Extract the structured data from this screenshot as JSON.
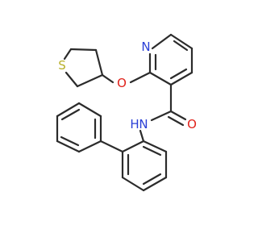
{
  "molecule": {
    "atoms": {
      "sulfur": {
        "label": "S",
        "color": "#b8b02a"
      },
      "ether_oxygen": {
        "label": "O",
        "color": "#e0211a"
      },
      "carbonyl_oxygen": {
        "label": "O",
        "color": "#e0211a"
      },
      "pyridine_nitrogen": {
        "label": "N",
        "color": "#2a3fd6"
      },
      "amide_nitrogen": {
        "label": "N",
        "color": "#2a3fd6"
      },
      "amide_hydrogen": {
        "label": "H",
        "color": "#2a3fd6"
      }
    },
    "bond_color": "#2b2b2b"
  }
}
